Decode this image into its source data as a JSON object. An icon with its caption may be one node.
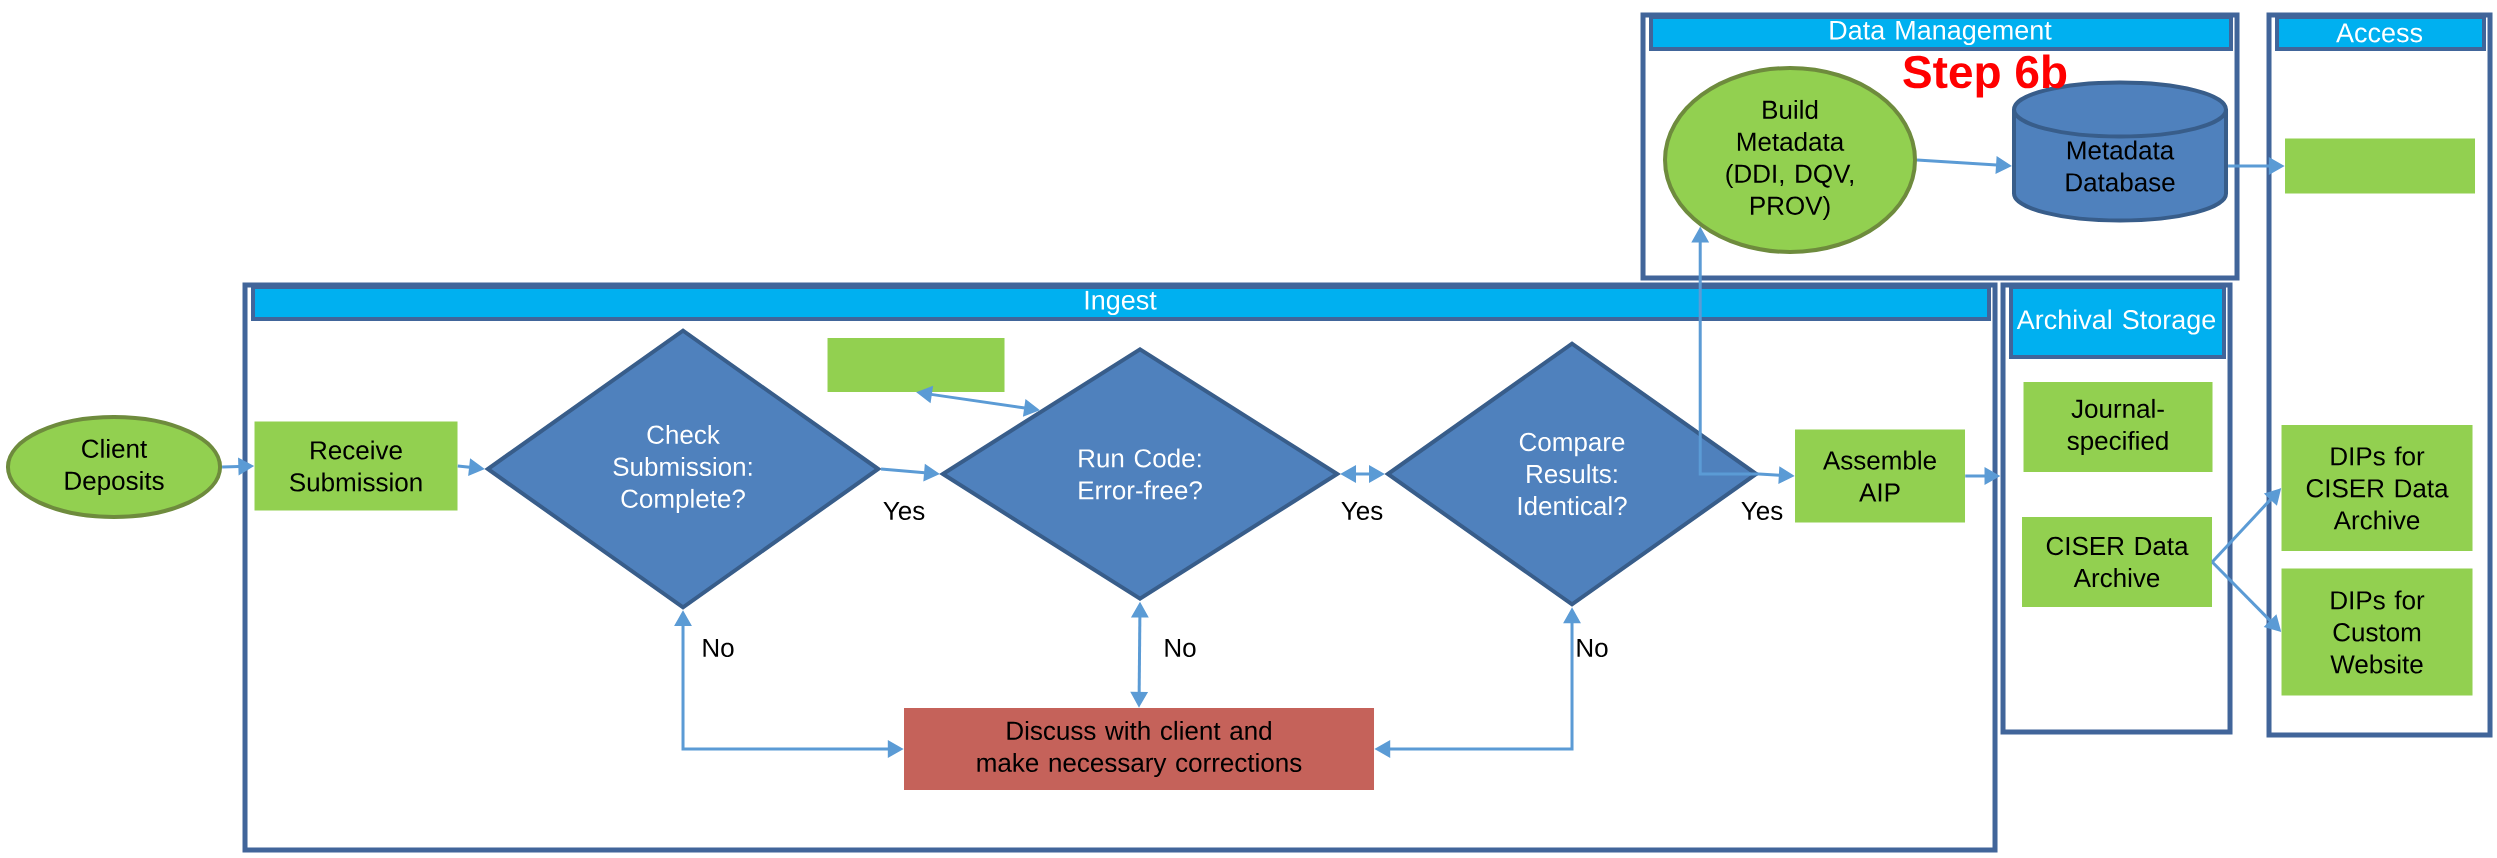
{
  "diagram": {
    "nodes": [
      {
        "text": [
          "Data Management"
        ]
      },
      {
        "text": [
          "Build Metadata (DDI, DQV, PROV)"
        ],
        "in": 0
      },
      {
        "text": [
          "Metadata Database"
        ],
        "in": 0
      },
      {
        "text": [
          "Access"
        ]
      },
      {
        "text": [],
        "shape": "box",
        "in": 3
      },
      {
        "text": [
          "Client Deposits"
        ]
      },
      {
        "text": [
          "Ingest"
        ]
      },
      {
        "text": [
          "Receive Submission"
        ],
        "in": 6
      },
      {
        "text": [],
        "shape": "box",
        "in": 6
      },
      {
        "text": [
          "Check Submission: Complete?"
        ],
        "in": 6
      },
      {
        "text": [
          "Run Code: Error-free?"
        ],
        "in": 6
      },
      {
        "text": [
          "Compare Results: Identical?"
        ],
        "in": 6
      },
      {
        "text": [
          "Assemble AIP"
        ],
        "in": 6
      },
      {
        "text": [
          "Discuss with client and make necessary corrections"
        ],
        "in": 6
      },
      {
        "text": [
          "Archival Storage"
        ]
      },
      {
        "text": [
          "Journal-specified"
        ],
        "in": 14
      },
      {
        "text": [
          "CISER Data Archive"
        ],
        "in": 14
      },
      {
        "text": [
          "DIPs for CISER Data Archive"
        ],
        "in": 3
      },
      {
        "text": [
          "DIPs for Custom Website"
        ],
        "in": 3
      }
    ],
    "edges": [
      {
        "from": 5,
        "to": 7,
        "arrow": "to"
      },
      {
        "from": 7,
        "to": 9,
        "arrow": "to"
      },
      {
        "from": 9,
        "to": 10,
        "arrow": "to",
        "label": "Yes"
      },
      {
        "from": 10,
        "to": 11,
        "arrow": "both",
        "label": "Yes"
      },
      {
        "from": 11,
        "to": 12,
        "arrow": "to",
        "label": "Yes"
      },
      {
        "from": 11,
        "to": 1,
        "arrow": "to"
      },
      {
        "from": 1,
        "to": 2,
        "arrow": "to"
      },
      {
        "from": 2,
        "to": 4,
        "arrow": "to"
      },
      {
        "from": 12,
        "to": 14,
        "arrow": "to"
      },
      {
        "from": 16,
        "to": 17,
        "arrow": "to"
      },
      {
        "from": 16,
        "to": 18,
        "arrow": "to"
      },
      {
        "from": 8,
        "to": 10,
        "arrow": "both"
      },
      {
        "from": 9,
        "to": 13,
        "arrow": "both",
        "label": "No"
      },
      {
        "from": 10,
        "to": 13,
        "arrow": "both",
        "label": "No"
      },
      {
        "from": 11,
        "to": 13,
        "arrow": "both",
        "label": "No"
      }
    ],
    "labels": [
      "Step 6b"
    ]
  }
}
